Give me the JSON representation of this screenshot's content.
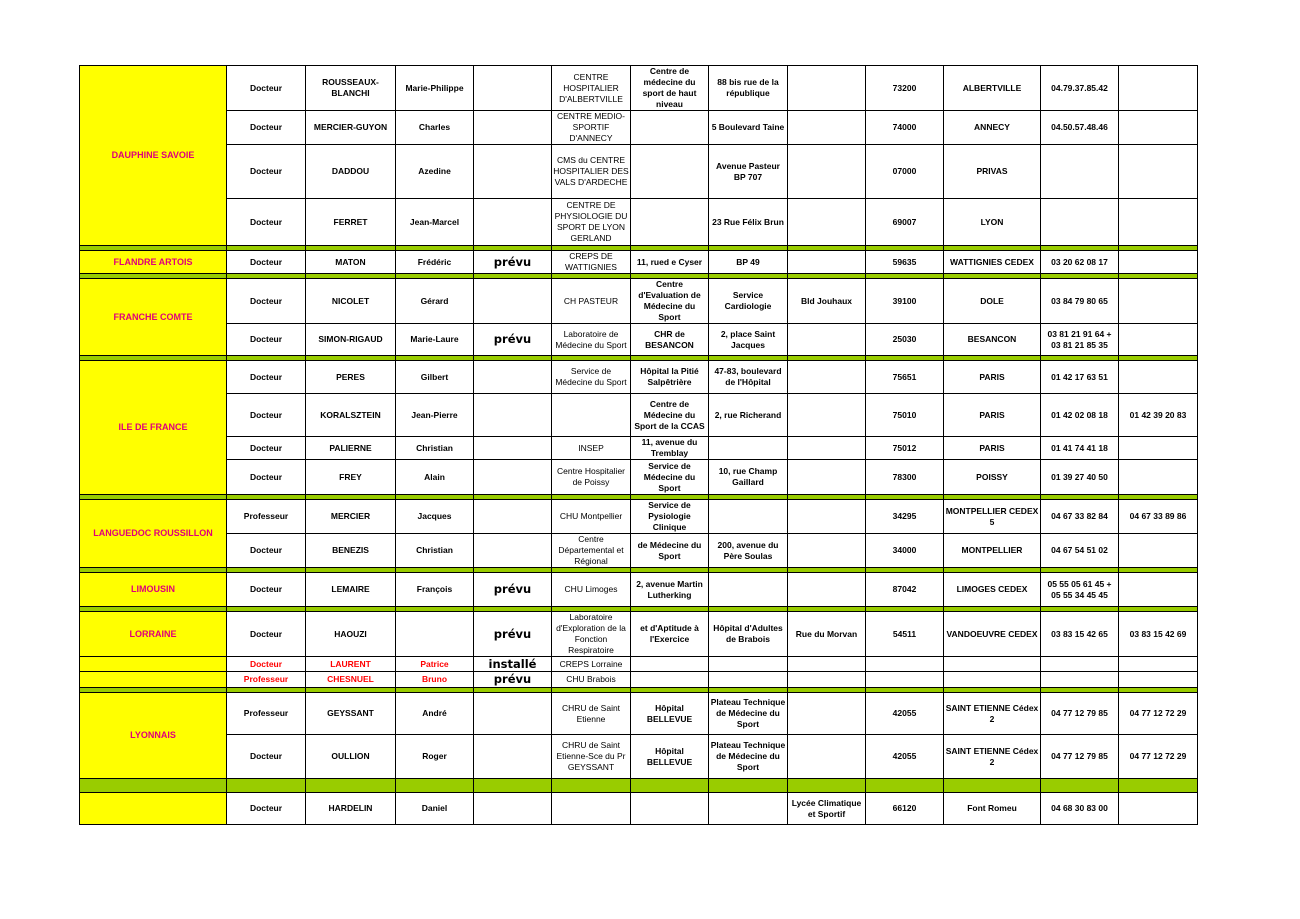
{
  "colors": {
    "region_bg": "#ffff00",
    "region_text": "#e0007a",
    "separator": "#99cc00",
    "highlight_text": "#ff0000"
  },
  "regions": {
    "dauphine": "DAUPHINE SAVOIE",
    "flandre": "FLANDRE ARTOIS",
    "franche": "FRANCHE COMTE",
    "iledefrance": "ILE DE FRANCE",
    "languedoc": "LANGUEDOC ROUSSILLON",
    "limousin": "LIMOUSIN",
    "lorraine": "LORRAINE",
    "lyonnais": "LYONNAIS"
  },
  "rows": [
    {
      "title": "Docteur",
      "name": "ROUSSEAUX-BLANCHI",
      "first": "Marie-Philippe",
      "status": "",
      "c1": "CENTRE HOSPITALIER D'ALBERTVILLE",
      "c2": "Centre de médecine du sport de haut niveau",
      "c3": "88 bis rue de la république",
      "c4": "",
      "cp": "73200",
      "city": "ALBERTVILLE",
      "tel": "04.79.37.85.42",
      "fax": ""
    },
    {
      "title": "Docteur",
      "name": "MERCIER-GUYON",
      "first": "Charles",
      "status": "",
      "c1": "CENTRE MEDIO-SPORTIF D'ANNECY",
      "c2": "",
      "c3": "5 Boulevard Taine",
      "c4": "",
      "cp": "74000",
      "city": "ANNECY",
      "tel": "04.50.57.48.46",
      "fax": ""
    },
    {
      "title": "Docteur",
      "name": "DADDOU",
      "first": "Azedine",
      "status": "",
      "c1": "CMS du CENTRE HOSPITALIER DES VALS D'ARDECHE",
      "c2": "",
      "c3": "Avenue Pasteur BP 707",
      "c4": "",
      "cp": "07000",
      "city": "PRIVAS",
      "tel": "",
      "fax": ""
    },
    {
      "title": "Docteur",
      "name": "FERRET",
      "first": "Jean-Marcel",
      "status": "",
      "c1": "CENTRE DE PHYSIOLOGIE DU SPORT DE LYON GERLAND",
      "c2": "",
      "c3": "23 Rue Félix Brun",
      "c4": "",
      "cp": "69007",
      "city": "LYON",
      "tel": "",
      "fax": ""
    },
    {
      "title": "Docteur",
      "name": "MATON",
      "first": "Frédéric",
      "status": "prévu",
      "c1": "CREPS DE WATTIGNIES",
      "c2": "11, rued e Cyser",
      "c3": "BP 49",
      "c4": "",
      "cp": "59635",
      "city": "WATTIGNIES CEDEX",
      "tel": "03 20 62 08 17",
      "fax": ""
    },
    {
      "title": "Docteur",
      "name": "NICOLET",
      "first": "Gérard",
      "status": "",
      "c1": "CH PASTEUR",
      "c2": "Centre d'Evaluation de Médecine du Sport",
      "c3": "Service Cardiologie",
      "c4": "Bld Jouhaux",
      "cp": "39100",
      "city": "DOLE",
      "tel": "03 84 79 80 65",
      "fax": ""
    },
    {
      "title": "Docteur",
      "name": "SIMON-RIGAUD",
      "first": "Marie-Laure",
      "status": "prévu",
      "c1": "Laboratoire de Médecine du Sport",
      "c2": "CHR de BESANCON",
      "c3": "2, place Saint Jacques",
      "c4": "",
      "cp": "25030",
      "city": "BESANCON",
      "tel": "03 81 21 91 64 + 03 81 21 85 35",
      "fax": ""
    },
    {
      "title": "Docteur",
      "name": "PERES",
      "first": "Gilbert",
      "status": "",
      "c1": "Service de Médecine du Sport",
      "c2": "Hôpital la Pitié Salpêtrière",
      "c3": "47-83, boulevard de l'Hôpital",
      "c4": "",
      "cp": "75651",
      "city": "PARIS",
      "tel": "01 42 17 63 51",
      "fax": ""
    },
    {
      "title": "Docteur",
      "name": "KORALSZTEIN",
      "first": "Jean-Pierre",
      "status": "",
      "c1": "",
      "c2": "Centre de Médecine du Sport de la CCAS",
      "c3": "2, rue Richerand",
      "c4": "",
      "cp": "75010",
      "city": "PARIS",
      "tel": "01 42 02 08 18",
      "fax": "01 42 39 20 83"
    },
    {
      "title": "Docteur",
      "name": "PALIERNE",
      "first": "Christian",
      "status": "",
      "c1": "INSEP",
      "c2": "11, avenue du Tremblay",
      "c3": "",
      "c4": "",
      "cp": "75012",
      "city": "PARIS",
      "tel": "01 41 74 41 18",
      "fax": ""
    },
    {
      "title": "Docteur",
      "name": "FREY",
      "first": "Alain",
      "status": "",
      "c1": "Centre Hospitalier de Poissy",
      "c2": "Service de Médecine du Sport",
      "c3": "10, rue Champ Gaillard",
      "c4": "",
      "cp": "78300",
      "city": "POISSY",
      "tel": "01 39 27 40 50",
      "fax": ""
    },
    {
      "title": "Professeur",
      "name": "MERCIER",
      "first": "Jacques",
      "status": "",
      "c1": "CHU Montpellier",
      "c2": "Service de Pysiologie Clinique",
      "c3": "",
      "c4": "",
      "cp": "34295",
      "city": "MONTPELLIER CEDEX 5",
      "tel": "04  67 33 82 84",
      "fax": "04 67 33 89 86"
    },
    {
      "title": "Docteur",
      "name": "BENEZIS",
      "first": "Christian",
      "status": "",
      "c1": "Centre Départemental et Régional",
      "c2": "de Médecine du Sport",
      "c3": "200, avenue du Père Soulas",
      "c4": "",
      "cp": "34000",
      "city": "MONTPELLIER",
      "tel": "04 67 54 51 02",
      "fax": ""
    },
    {
      "title": "Docteur",
      "name": "LEMAIRE",
      "first": "François",
      "status": "prévu",
      "c1": "CHU Limoges",
      "c2": "2, avenue Martin Lutherking",
      "c3": "",
      "c4": "",
      "cp": "87042",
      "city": "LIMOGES CEDEX",
      "tel": "05 55 05 61 45 + 05 55 34 45 45",
      "fax": ""
    },
    {
      "title": "Docteur",
      "name": "HAOUZI",
      "first": "",
      "status": "prévu",
      "c1": "Laboratoire d'Exploration de la Fonction Respiratoire",
      "c2": "et d'Aptitude à l'Exercice",
      "c3": "Hôpital d'Adultes de Brabois",
      "c4": "Rue du Morvan",
      "cp": "54511",
      "city": "VANDOEUVRE CEDEX",
      "tel": "03 83 15 42 65",
      "fax": "03 83 15 42 69"
    },
    {
      "title": "Docteur",
      "name": "LAURENT",
      "first": "Patrice",
      "status": "installé",
      "c1": "CREPS Lorraine",
      "c2": "",
      "c3": "",
      "c4": "",
      "cp": "",
      "city": "",
      "tel": "",
      "fax": ""
    },
    {
      "title": "Professeur",
      "name": "CHESNUEL",
      "first": "Bruno",
      "status": "prévu",
      "c1": "CHU Brabois",
      "c2": "",
      "c3": "",
      "c4": "",
      "cp": "",
      "city": "",
      "tel": "",
      "fax": ""
    },
    {
      "title": "Professeur",
      "name": "GEYSSANT",
      "first": "André",
      "status": "",
      "c1": "CHRU de Saint Etienne",
      "c2": "Hôpital BELLEVUE",
      "c3": "Plateau Technique de Médecine du Sport",
      "c4": "",
      "cp": "42055",
      "city": "SAINT ETIENNE Cédex 2",
      "tel": "04 77 12 79 85",
      "fax": "04 77 12 72 29"
    },
    {
      "title": "Docteur",
      "name": "OULLION",
      "first": "Roger",
      "status": "",
      "c1": "CHRU de Saint Etienne-Sce du Pr GEYSSANT",
      "c2": "Hôpital BELLEVUE",
      "c3": "Plateau Technique de Médecine du Sport",
      "c4": "",
      "cp": "42055",
      "city": "SAINT ETIENNE Cédex 2",
      "tel": "04 77 12 79 85",
      "fax": "04 77 12 72 29"
    },
    {
      "title": "Docteur",
      "name": "HARDELIN",
      "first": "Daniel",
      "status": "",
      "c1": "",
      "c2": "",
      "c3": "",
      "c4": "Lycée Climatique et Sportif",
      "cp": "66120",
      "city": "Font Romeu",
      "tel": "04 68 30 83 00",
      "fax": ""
    }
  ]
}
